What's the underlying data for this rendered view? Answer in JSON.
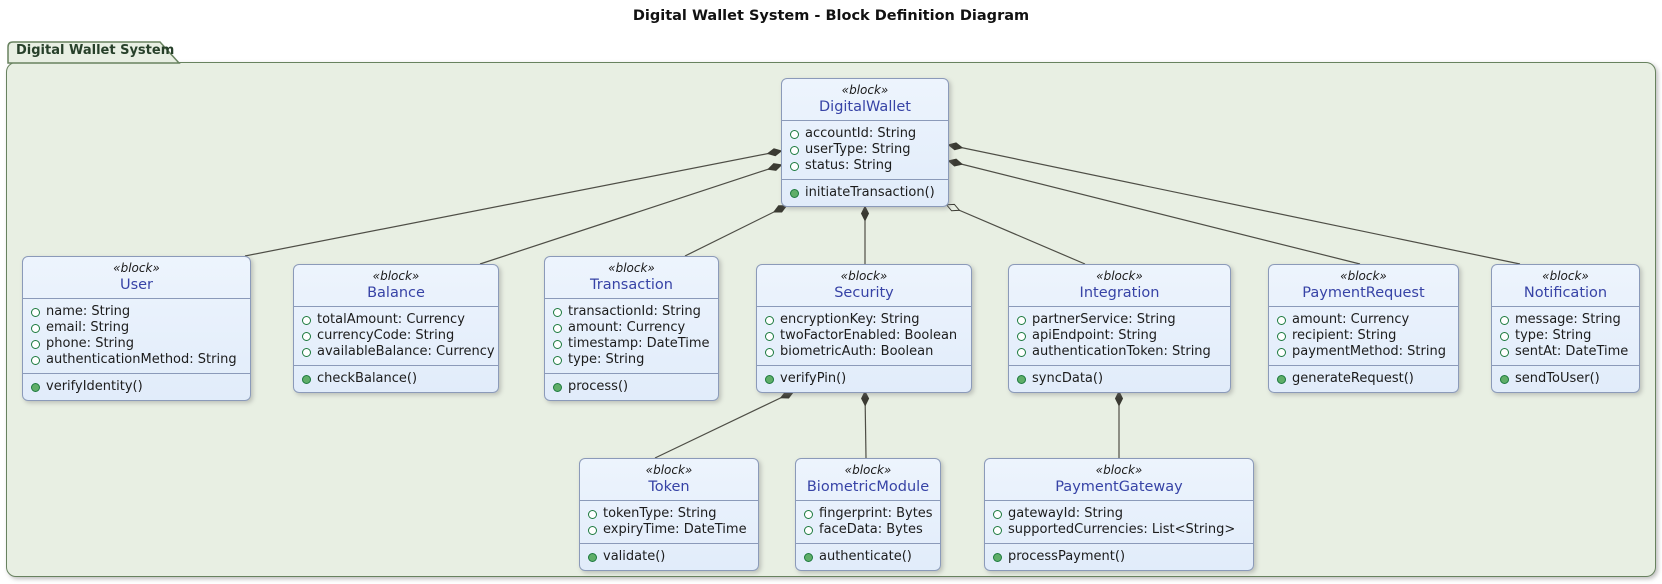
{
  "title": "Digital Wallet System - Block Definition Diagram",
  "package": {
    "name": "Digital Wallet System"
  },
  "stereotype": "«block»",
  "colors": {
    "package_fill": "#e8efe3",
    "package_border": "#68825f",
    "block_fill": "#e7f1fc",
    "block_border": "#8b9ab9",
    "block_name_text": "#3743a6",
    "attribute_icon_green": "#1d7a3e",
    "operation_icon_green": "#5fae68",
    "connector_line": "#4e4e46"
  },
  "blocks": {
    "digitalWallet": {
      "name": "DigitalWallet",
      "attributes": [
        "accountId: String",
        "userType: String",
        "status: String"
      ],
      "operations": [
        "initiateTransaction()"
      ]
    },
    "user": {
      "name": "User",
      "attributes": [
        "name: String",
        "email: String",
        "phone: String",
        "authenticationMethod: String"
      ],
      "operations": [
        "verifyIdentity()"
      ]
    },
    "balance": {
      "name": "Balance",
      "attributes": [
        "totalAmount: Currency",
        "currencyCode: String",
        "availableBalance: Currency"
      ],
      "operations": [
        "checkBalance()"
      ]
    },
    "transaction": {
      "name": "Transaction",
      "attributes": [
        "transactionId: String",
        "amount: Currency",
        "timestamp: DateTime",
        "type: String"
      ],
      "operations": [
        "process()"
      ]
    },
    "security": {
      "name": "Security",
      "attributes": [
        "encryptionKey: String",
        "twoFactorEnabled: Boolean",
        "biometricAuth: Boolean"
      ],
      "operations": [
        "verifyPin()"
      ]
    },
    "integration": {
      "name": "Integration",
      "attributes": [
        "partnerService: String",
        "apiEndpoint: String",
        "authenticationToken: String"
      ],
      "operations": [
        "syncData()"
      ]
    },
    "paymentRequest": {
      "name": "PaymentRequest",
      "attributes": [
        "amount: Currency",
        "recipient: String",
        "paymentMethod: String"
      ],
      "operations": [
        "generateRequest()"
      ]
    },
    "notification": {
      "name": "Notification",
      "attributes": [
        "message: String",
        "type: String",
        "sentAt: DateTime"
      ],
      "operations": [
        "sendToUser()"
      ]
    },
    "token": {
      "name": "Token",
      "attributes": [
        "tokenType: String",
        "expiryTime: DateTime"
      ],
      "operations": [
        "validate()"
      ]
    },
    "biometricModule": {
      "name": "BiometricModule",
      "attributes": [
        "fingerprint: Bytes",
        "faceData: Bytes"
      ],
      "operations": [
        "authenticate()"
      ]
    },
    "paymentGateway": {
      "name": "PaymentGateway",
      "attributes": [
        "gatewayId: String",
        "supportedCurrencies: List<String>"
      ],
      "operations": [
        "processPayment()"
      ]
    }
  },
  "relationships": [
    {
      "from": "DigitalWallet",
      "to": "User",
      "type": "composition"
    },
    {
      "from": "DigitalWallet",
      "to": "Balance",
      "type": "composition"
    },
    {
      "from": "DigitalWallet",
      "to": "Transaction",
      "type": "composition"
    },
    {
      "from": "DigitalWallet",
      "to": "Security",
      "type": "composition"
    },
    {
      "from": "DigitalWallet",
      "to": "Integration",
      "type": "aggregation"
    },
    {
      "from": "DigitalWallet",
      "to": "PaymentRequest",
      "type": "composition"
    },
    {
      "from": "DigitalWallet",
      "to": "Notification",
      "type": "composition"
    },
    {
      "from": "Security",
      "to": "Token",
      "type": "composition"
    },
    {
      "from": "Security",
      "to": "BiometricModule",
      "type": "composition"
    },
    {
      "from": "Integration",
      "to": "PaymentGateway",
      "type": "composition"
    }
  ]
}
